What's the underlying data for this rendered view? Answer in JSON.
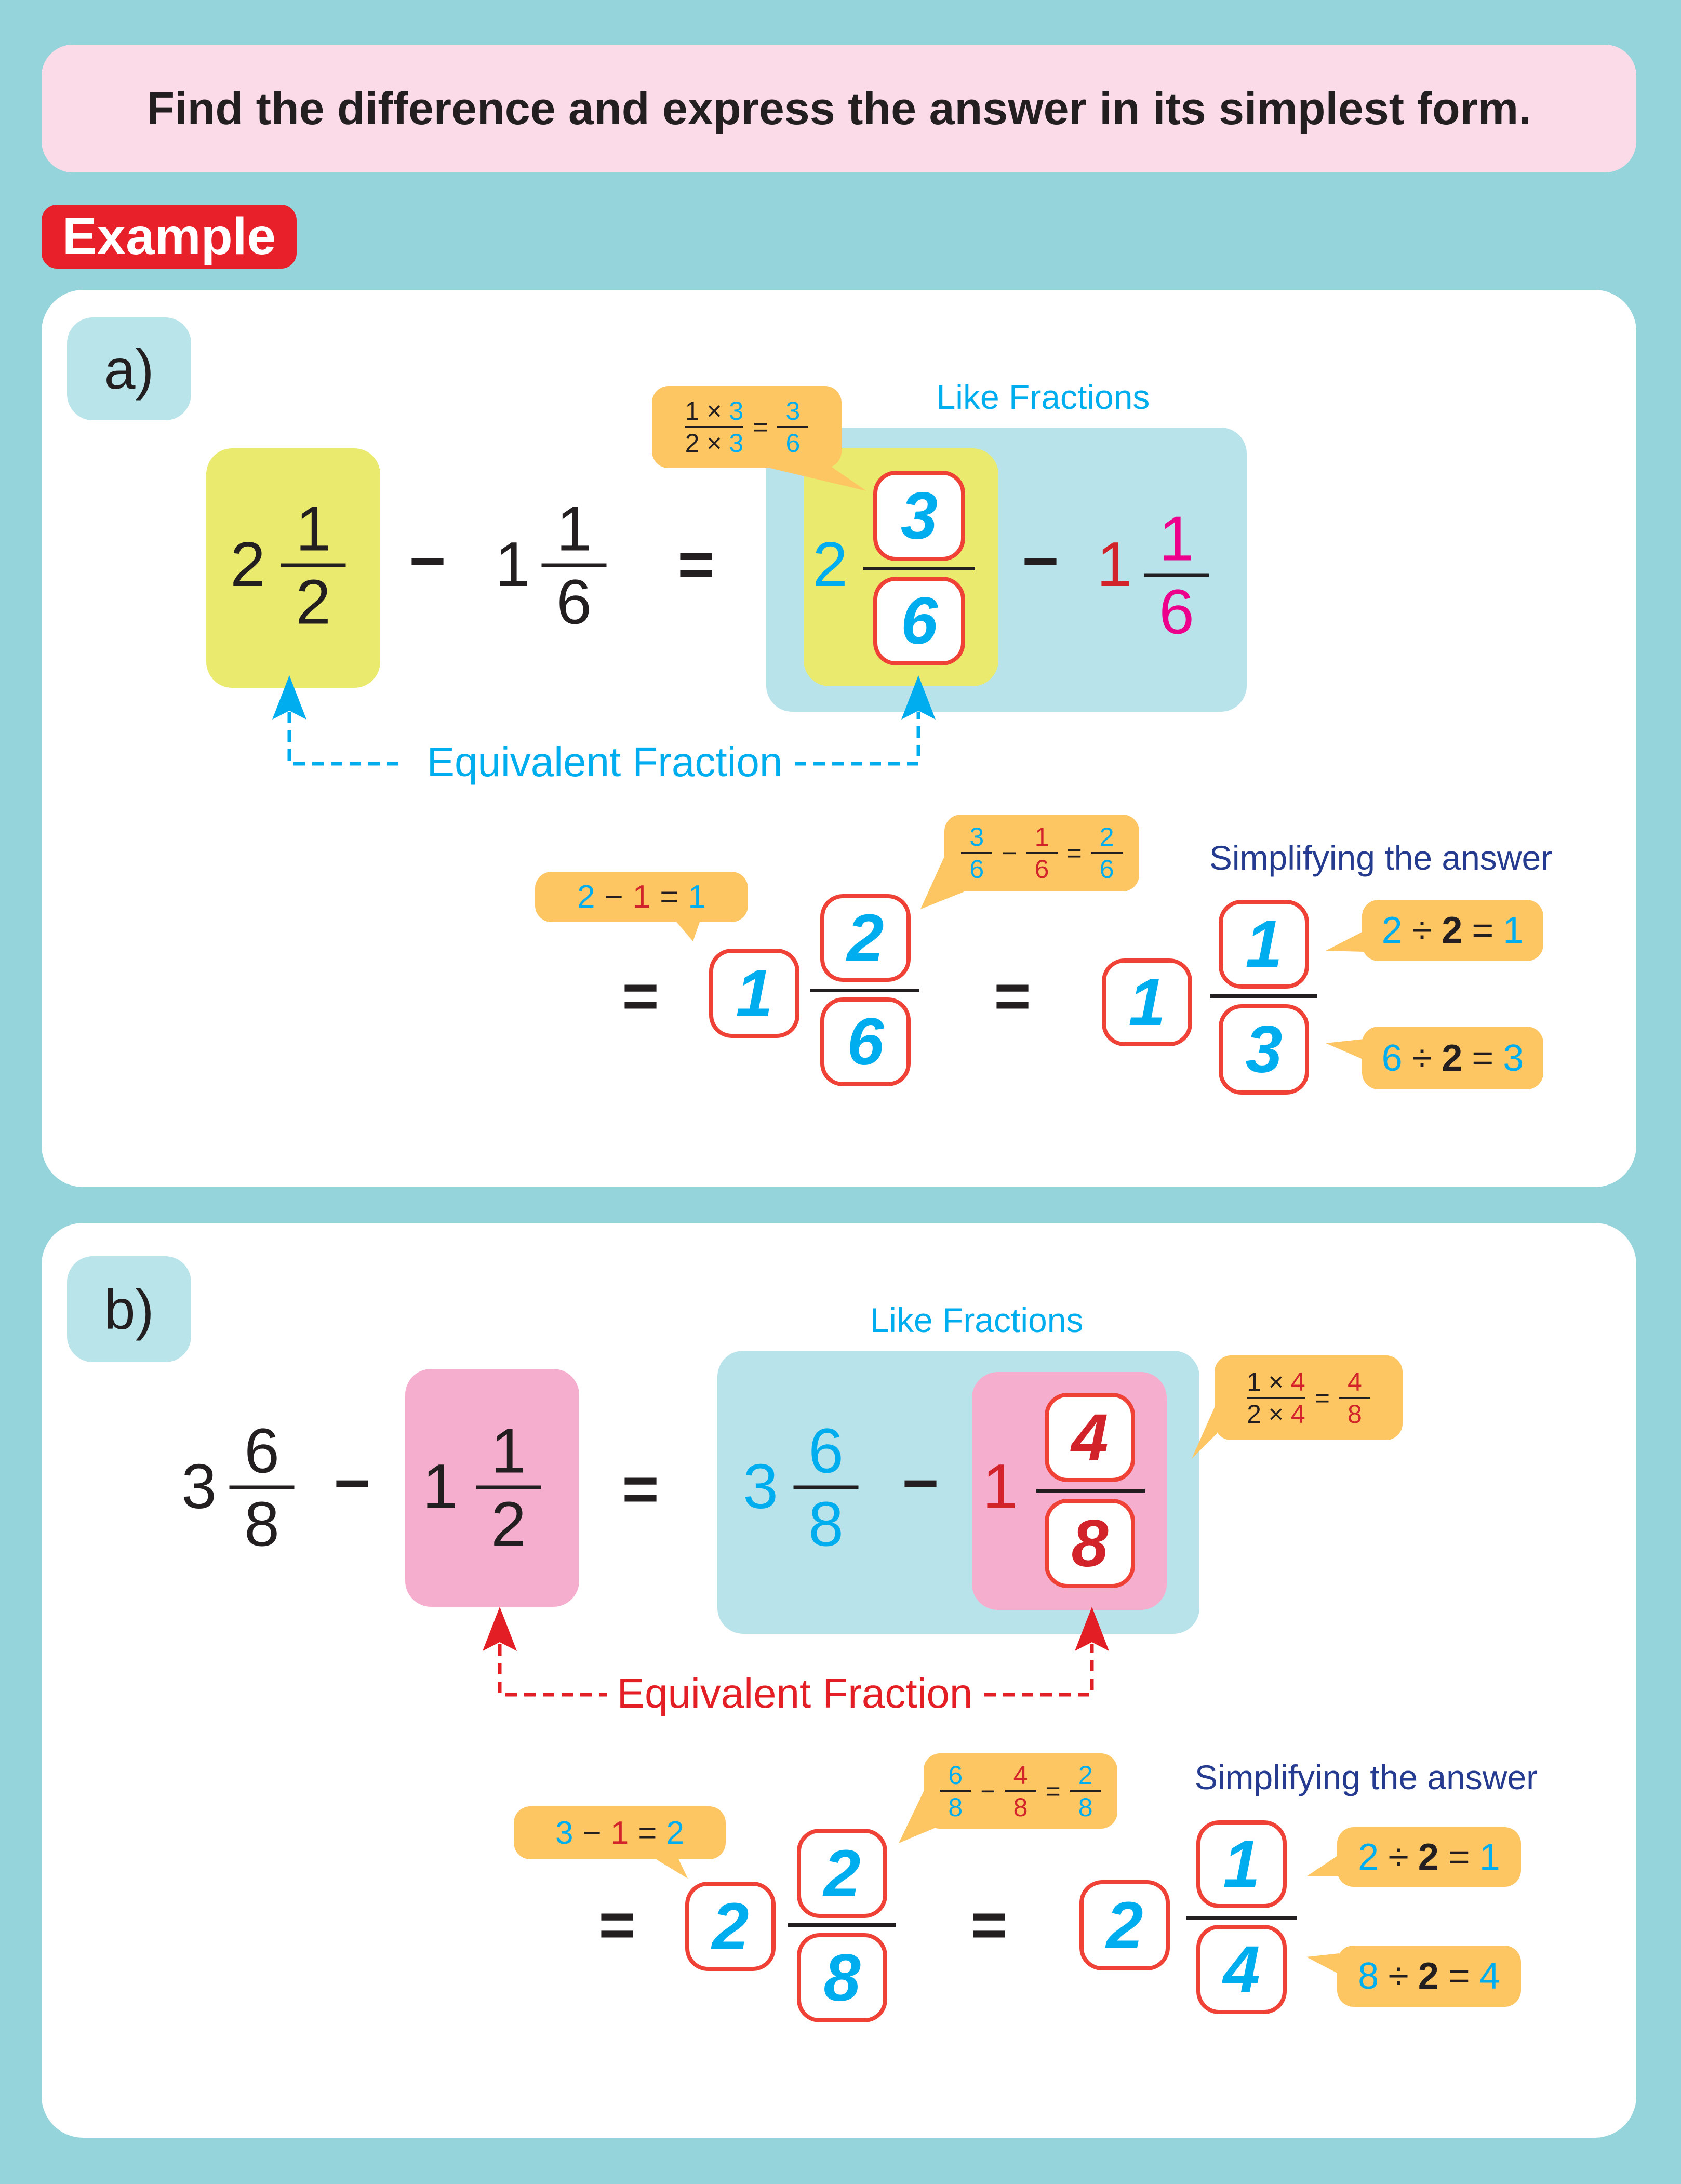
{
  "instruction": "Find the difference and express the answer in its simplest form.",
  "badge": "Example",
  "colors": {
    "background": "#94d4da",
    "header": "#fbdbe8",
    "badge": "#e8202a",
    "blue": "#00aeef",
    "red": "#d2232a",
    "magenta": "#ec008c",
    "callout": "#fdc662",
    "like_box": "#b8e3ea",
    "yellow": "#eaea6e",
    "pink": "#f5aecd"
  },
  "a": {
    "label": "a)",
    "w1": "2",
    "n1": "1",
    "d1": "2",
    "minus": "−",
    "w2": "1",
    "n2": "1",
    "d2": "6",
    "eq": "=",
    "like": "Like Fractions",
    "rw1": "2",
    "rn1": "3",
    "rd1": "6",
    "rw2": "1",
    "rn2": "1",
    "rd2": "6",
    "equiv": "Equivalent Fraction",
    "c1": {
      "na": "1",
      "nop": "×",
      "nb": "3",
      "da": "2",
      "dop": "×",
      "db": "3",
      "eq": "=",
      "rn": "3",
      "rd": "6"
    },
    "step": {
      "eq": "=",
      "w": "1",
      "n": "2",
      "d": "6",
      "wc": {
        "a": "2",
        "op": "−",
        "b": "1",
        "eq": "=",
        "r": "1"
      },
      "fc": {
        "an": "3",
        "ad": "6",
        "op": "−",
        "bn": "1",
        "bd": "6",
        "eq": "=",
        "rn": "2",
        "rd": "6"
      }
    },
    "simp": {
      "label": "Simplifying the answer",
      "eq": "=",
      "w": "1",
      "n": "1",
      "d": "3",
      "top": {
        "a": "2",
        "op": "÷",
        "b": "2",
        "eq": "=",
        "r": "1"
      },
      "bot": {
        "a": "6",
        "op": "÷",
        "b": "2",
        "eq": "=",
        "r": "3"
      }
    }
  },
  "b": {
    "label": "b)",
    "w1": "3",
    "n1": "6",
    "d1": "8",
    "minus": "−",
    "w2": "1",
    "n2": "1",
    "d2": "2",
    "eq": "=",
    "like": "Like Fractions",
    "rw1": "3",
    "rn1": "6",
    "rd1": "8",
    "rw2": "1",
    "rn2": "4",
    "rd2": "8",
    "equiv": "Equivalent Fraction",
    "c1": {
      "na": "1",
      "nop": "×",
      "nb": "4",
      "da": "2",
      "dop": "×",
      "db": "4",
      "eq": "=",
      "rn": "4",
      "rd": "8"
    },
    "step": {
      "eq": "=",
      "w": "2",
      "n": "2",
      "d": "8",
      "wc": {
        "a": "3",
        "op": "−",
        "b": "1",
        "eq": "=",
        "r": "2"
      },
      "fc": {
        "an": "6",
        "ad": "8",
        "op": "−",
        "bn": "4",
        "bd": "8",
        "eq": "=",
        "rn": "2",
        "rd": "8"
      }
    },
    "simp": {
      "label": "Simplifying the answer",
      "eq": "=",
      "w": "2",
      "n": "1",
      "d": "4",
      "top": {
        "a": "2",
        "op": "÷",
        "b": "2",
        "eq": "=",
        "r": "1"
      },
      "bot": {
        "a": "8",
        "op": "÷",
        "b": "2",
        "eq": "=",
        "r": "4"
      }
    }
  }
}
